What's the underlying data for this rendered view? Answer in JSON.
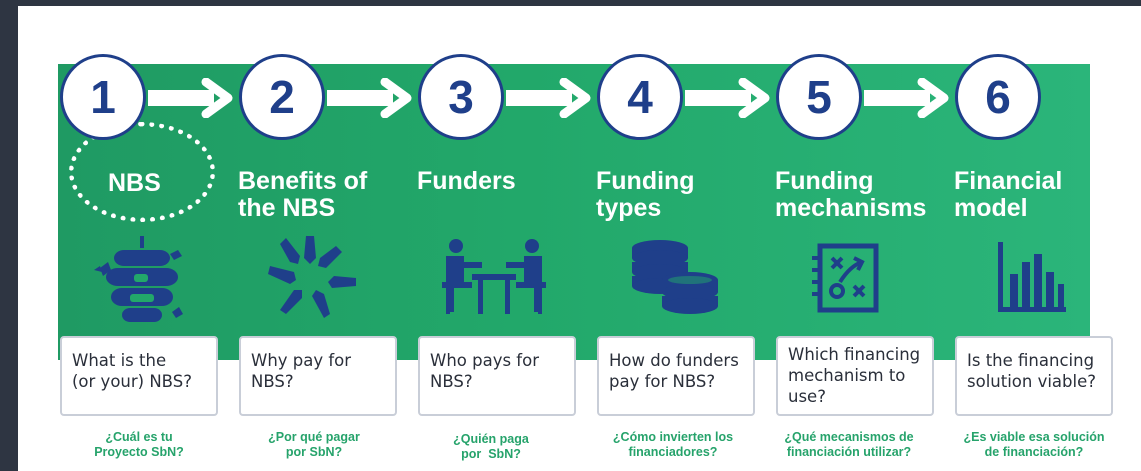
{
  "steps": [
    {
      "number": "1",
      "title_lines": [
        "NBS"
      ],
      "question": [
        "What is the",
        "(or your) NBS?"
      ],
      "spanish": [
        "¿Cuál es tu",
        "Proyecto SbN?"
      ],
      "icon": "beehive-icon"
    },
    {
      "number": "2",
      "title_lines": [
        "Benefits of",
        "the NBS"
      ],
      "question": [
        "Why pay for",
        "NBS?"
      ],
      "spanish": [
        "¿Por qué pagar",
        "por SbN?"
      ],
      "icon": "hands-together-icon"
    },
    {
      "number": "3",
      "title_lines": [
        "Funders"
      ],
      "question": [
        "Who pays for",
        "NBS?"
      ],
      "spanish": [
        "¿Quién paga",
        "por  SbN?"
      ],
      "icon": "meeting-people-icon"
    },
    {
      "number": "4",
      "title_lines": [
        "Funding",
        "types"
      ],
      "question": [
        "How do funders",
        "pay for NBS?"
      ],
      "spanish": [
        "¿Cómo invierten los",
        "financiadores?"
      ],
      "icon": "coins-stack-icon"
    },
    {
      "number": "5",
      "title_lines": [
        "Funding",
        "mechanisms"
      ],
      "question": [
        "Which financing",
        "mechanism to",
        "use?"
      ],
      "spanish": [
        "¿Qué mecanismos de",
        "financiación utilizar?"
      ],
      "icon": "strategy-board-icon"
    },
    {
      "number": "6",
      "title_lines": [
        "Financial",
        "model"
      ],
      "question": [
        "Is the financing",
        "solution viable?"
      ],
      "spanish": [
        "¿Es viable esa solución",
        "de financiación?"
      ],
      "icon": "bar-chart-icon"
    }
  ],
  "colors": {
    "band": "#22a86a",
    "navy": "#1f3f8a",
    "spanish_text": "#26a36b"
  }
}
